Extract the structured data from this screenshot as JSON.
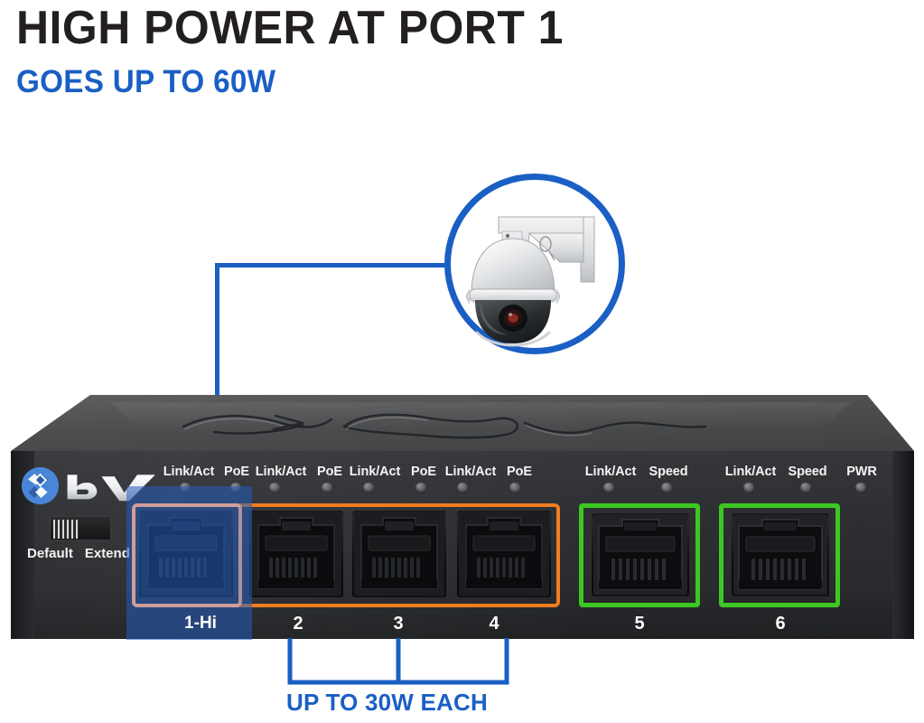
{
  "headline": {
    "title": "HIGH POWER AT PORT 1",
    "subtitle": "GOES UP TO 60W",
    "title_color": "#231f20",
    "subtitle_color": "#1a5fc4"
  },
  "callout": {
    "device_name": "ptz-dome-camera",
    "ring_color": "#1a5fc4",
    "connects_to_port": "1-Hi"
  },
  "device": {
    "brand": "BV",
    "brand_mark_color": "#4a86d8",
    "dip_switch": {
      "left_label": "Default",
      "right_label": "Extend"
    },
    "chassis_color": "#2c2e31",
    "led_labels": {
      "link_act": "Link/Act",
      "poe": "PoE",
      "speed": "Speed",
      "pwr": "PWR"
    },
    "poe_ports": [
      {
        "number": "1-Hi",
        "leds": [
          "Link/Act",
          "PoE"
        ],
        "highlight": "blue"
      },
      {
        "number": "2",
        "leds": [
          "Link/Act",
          "PoE"
        ],
        "highlight": "orange"
      },
      {
        "number": "3",
        "leds": [
          "Link/Act",
          "PoE"
        ],
        "highlight": "orange"
      },
      {
        "number": "4",
        "leds": [
          "Link/Act",
          "PoE"
        ],
        "highlight": "orange"
      }
    ],
    "uplink_ports": [
      {
        "number": "5",
        "leds": [
          "Link/Act",
          "Speed"
        ],
        "highlight": "green"
      },
      {
        "number": "6",
        "leds": [
          "Link/Act",
          "Speed"
        ],
        "highlight": "green"
      }
    ],
    "power_led": "PWR",
    "outline_colors": {
      "poe_group": "#f07d20",
      "uplink": "#3cc722",
      "high_power_port": "#255dbd"
    }
  },
  "bracket": {
    "caption": "UP TO 30W EACH",
    "color": "#1a5fc4",
    "covers_ports": [
      "2",
      "3",
      "4"
    ]
  }
}
